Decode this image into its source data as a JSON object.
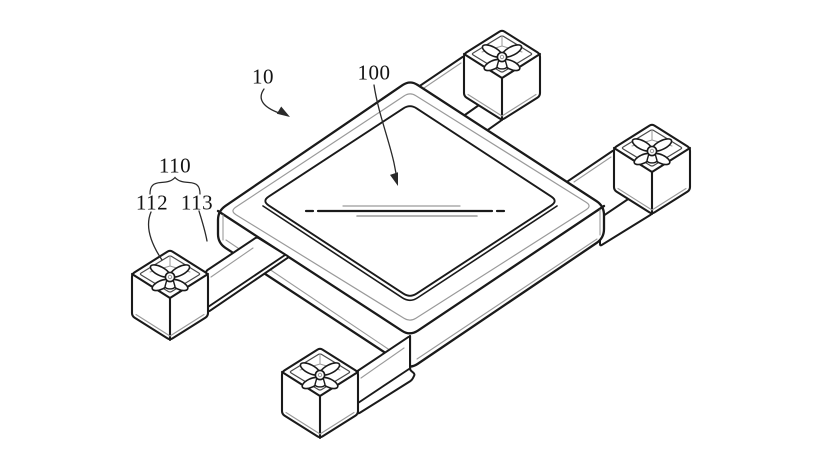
{
  "figure": {
    "type": "patent-line-drawing",
    "subject": "drone-with-display-isometric-view",
    "reference_labels": [
      {
        "id": "10",
        "text": "10"
      },
      {
        "id": "100",
        "text": "100"
      },
      {
        "id": "110",
        "text": "110"
      },
      {
        "id": "112",
        "text": "112"
      },
      {
        "id": "113",
        "text": "113"
      }
    ],
    "colors": {
      "ink": "#1a1a1a",
      "detail": "#9a9a9a",
      "rim": "#4a4a4a",
      "leader": "#2a2a2a",
      "background": "#ffffff"
    }
  }
}
